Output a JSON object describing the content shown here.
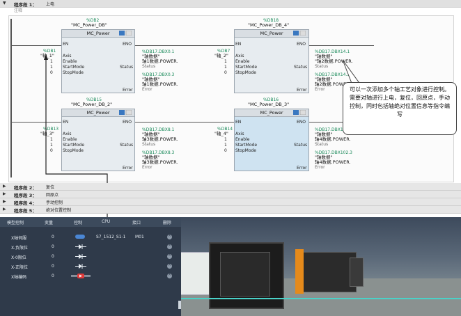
{
  "segments": {
    "seg1": {
      "label": "程序段 1：",
      "name": "上电",
      "comment": "注释"
    },
    "seg2": {
      "label": "程序段 2：",
      "name": "复位"
    },
    "seg3": {
      "label": "程序段 3：",
      "name": "回原点"
    },
    "seg4": {
      "label": "程序段 4：",
      "name": "手动控制"
    },
    "seg5": {
      "label": "程序段 5：",
      "name": "绝对位置控制"
    }
  },
  "blocks": [
    {
      "db": "%DB2",
      "inst": "\"MC_Power_DB\"",
      "title": "MC_Power",
      "axis_tag": "%DB1",
      "axis_name": "\"轴_1\"",
      "status_tag": "%DB17.DBX0.1",
      "status_name1": "\"轴数据\"",
      "status_name2": "轴1数据.POWER.",
      "status_name3": "Status",
      "error_tag": "%DB17.DBX0.3",
      "error_name1": "\"轴数据\"",
      "error_name2": "轴1数据.POWER.",
      "error_name3": "Error"
    },
    {
      "db": "%DB18",
      "inst": "\"MC_Power_DB_4\"",
      "title": "MC_Power",
      "axis_tag": "%DB7",
      "axis_name": "\"轴_2\"",
      "status_tag": "%DB17.DBX14.1",
      "status_name1": "\"轴数据\"",
      "status_name2": "\"轴2数据.POWER.",
      "status_name3": "Status",
      "error_tag": "%DB17.DBX14.3",
      "error_name1": "\"轴数据\"",
      "error_name2": "轴2数据.POWER.",
      "error_name3": "Error"
    },
    {
      "db": "%DB15",
      "inst": "\"MC_Power_DB_2\"",
      "title": "MC_Power",
      "axis_tag": "%DB13",
      "axis_name": "\"轴_3\"",
      "status_tag": "%DB17.DBX8.1",
      "status_name1": "\"轴数据\"",
      "status_name2": "轴3数据.POWER.",
      "status_name3": "Status",
      "error_tag": "%DB17.DBX8.3",
      "error_name1": "\"轴数据\"",
      "error_name2": "轴3数据.POWER.",
      "error_name3": "Error"
    },
    {
      "db": "%DB16",
      "inst": "\"MC_Power_DB_3\"",
      "title": "MC_Power",
      "axis_tag": "%DB14",
      "axis_name": "\"轴_4\"",
      "status_tag": "%DB17.DBX18.1",
      "status_name1": "\"轴数据\"",
      "status_name2": "轴4数据.POWER.",
      "status_name3": "Status",
      "error_tag": "%DB17.DBX102.3",
      "error_name1": "\"轴数据\"",
      "error_name2": "轴4数据.POWER.",
      "error_name3": "Error"
    }
  ],
  "pins": {
    "en": "EN",
    "eno": "ENO",
    "axis": "Axis",
    "enable": "Enable",
    "startmode": "StartMode",
    "stopmode": "StopMode",
    "status": "Status",
    "error": "Error",
    "one": "1",
    "zero": "0"
  },
  "callout": {
    "text": "可以一次添加多个轴工艺对象进行控制。需要对轴进行上电，复位，回原点，手动控制，同时包括轴绝对位置信息等指令编写"
  },
  "panel": {
    "headers": [
      "模型控制",
      "变量",
      "控制",
      "CPU",
      "接口",
      "删除"
    ],
    "rows": [
      {
        "name": "X轴伺服",
        "var": "0",
        "cpu": "S7_1512_S1-1",
        "port": "M01"
      },
      {
        "name": "X-负限位",
        "var": "0",
        "cpu": "",
        "port": ""
      },
      {
        "name": "X-0限位",
        "var": "0",
        "cpu": "",
        "port": ""
      },
      {
        "name": "X-正限位",
        "var": "0",
        "cpu": "",
        "port": ""
      },
      {
        "name": "X轴编码",
        "var": "0",
        "cpu": "",
        "port": ""
      }
    ]
  },
  "colors": {
    "accent": "#1a8a5a",
    "panel_bg": "#2f3a4a",
    "motor_orange": "#e58a1b",
    "selected_block": "#cfe3f1"
  }
}
